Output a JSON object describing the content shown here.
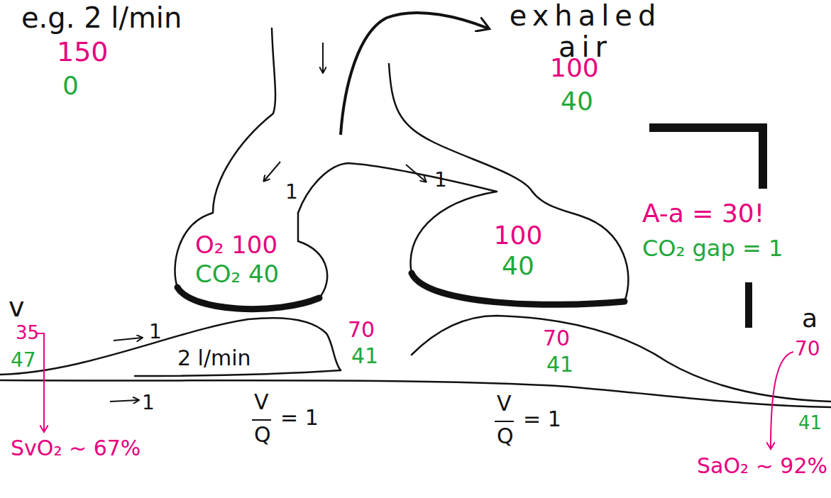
{
  "diagram": {
    "nodes": [
      {
        "text": [
          "O₂ 100",
          "CO₂ 40"
        ]
      },
      {
        "text": [
          "100",
          "40"
        ]
      }
    ],
    "labels": [
      "e.g. 2 l/min",
      "150",
      "0",
      "exhaled air",
      "100",
      "40",
      "A-a = 30!",
      "CO₂ gap = 1",
      "1",
      "1",
      "v",
      "35",
      "47",
      "1",
      "2 l/min",
      "70",
      "41",
      "70",
      "41",
      "a",
      "70",
      "1",
      "V",
      "Q",
      "= 1",
      "V",
      "Q",
      "= 1",
      "41",
      "SvO₂ ~ 67%",
      "SaO₂ ~ 92%"
    ]
  }
}
